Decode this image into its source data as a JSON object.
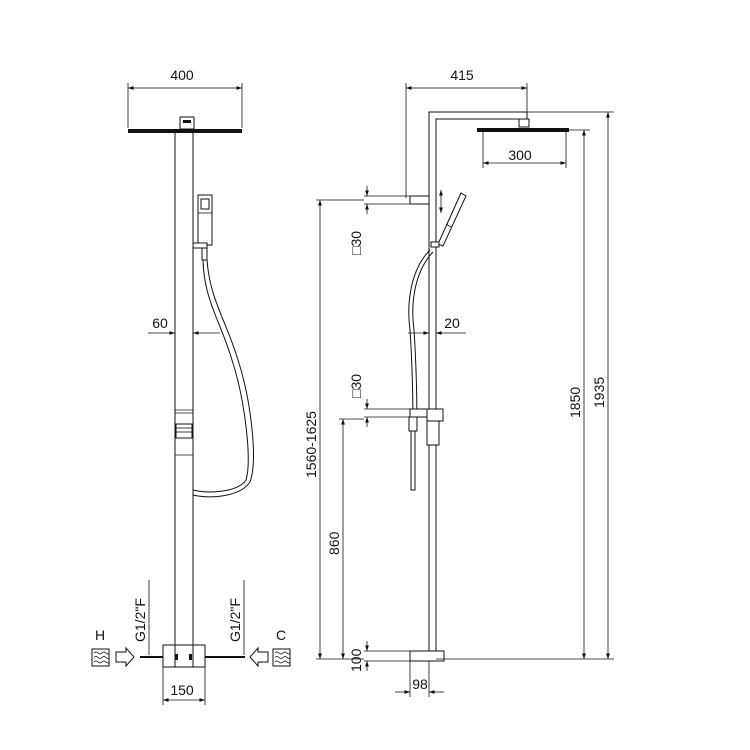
{
  "front_view": {
    "dim_head_width": "400",
    "dim_bar_width": "60",
    "dim_inlet_spacing": "150",
    "hot_label": "H",
    "cold_label": "C",
    "thread_left": "G1/2\"F",
    "thread_right": "G1/2\"F",
    "icons": [
      "hot-water-icon",
      "inlet-arrow-icon",
      "cold-water-icon"
    ]
  },
  "side_view": {
    "dim_arm_reach": "415",
    "dim_head_size": "300",
    "dim_section_upper": "□30",
    "dim_section_lower": "□30",
    "dim_holder_offset": "20",
    "dim_head_height_range": "1560-1625",
    "dim_valve_height": "860",
    "dim_inlet_height": "100",
    "dim_wall_offset": "98",
    "dim_total_to_arm": "1850",
    "dim_total_height": "1935"
  }
}
